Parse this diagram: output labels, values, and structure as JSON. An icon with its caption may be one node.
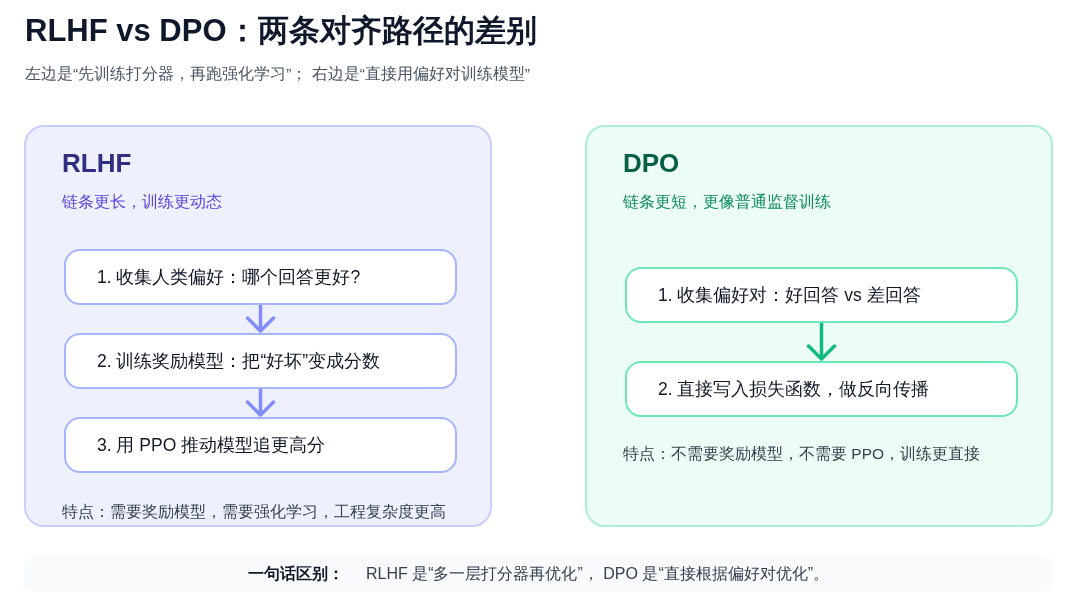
{
  "diagram": {
    "title": "RLHF vs DPO：两条对齐路径的差别",
    "nodes": [
      {
        "text": [
          "RLHF",
          "链条更长，训练更动态",
          "特点：需要奖励模型，需要强化学习，工程复杂度更高"
        ]
      },
      {
        "text": [
          "1. 收集人类偏好：哪个回答更好?"
        ],
        "in": 0
      },
      {
        "text": [
          "2. 训练奖励模型：把“好坏”变成分数"
        ],
        "in": 0
      },
      {
        "text": [
          "3. 用 PPO 推动模型追更高分"
        ],
        "in": 0
      },
      {
        "text": [
          "DPO",
          "链条更短，更像普通监督训练",
          "特点：不需要奖励模型，不需要 PPO，训练更直接"
        ]
      },
      {
        "text": [
          "1. 收集偏好对：好回答 vs 差回答"
        ],
        "in": 4
      },
      {
        "text": [
          "2. 直接写入损失函数，做反向传播"
        ],
        "in": 4
      },
      {
        "text": [
          "一句话区别：",
          "RLHF 是“多一层打分器再优化”， DPO 是“直接根据偏好对优化”。"
        ]
      }
    ],
    "edges": [
      {
        "from": 1,
        "to": 2,
        "arrow": "to"
      },
      {
        "from": 2,
        "to": 3,
        "arrow": "to"
      },
      {
        "from": 5,
        "to": 6,
        "arrow": "to",
        "color": "#10b981"
      }
    ],
    "labels": [
      "左边是“先训练打分器，再跑强化学习”； 右边是“直接用偏好对训练模型”"
    ]
  }
}
